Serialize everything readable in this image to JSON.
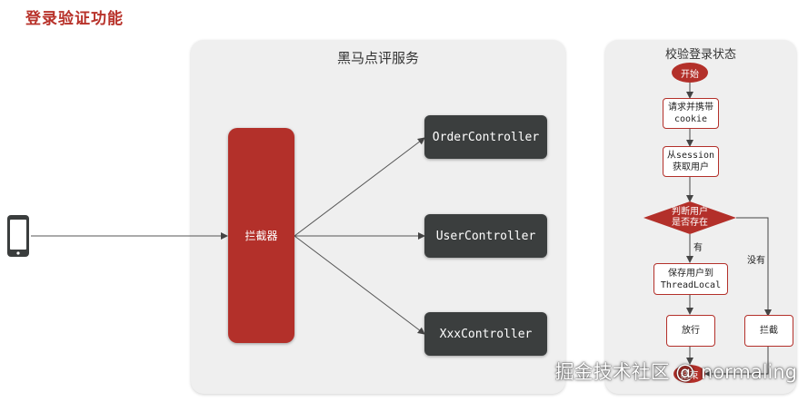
{
  "page_title": "登录验证功能",
  "main_panel": {
    "title": "黑马点评服务",
    "interceptor_label": "拦截器",
    "controllers": [
      "OrderController",
      "UserController",
      "XxxController"
    ]
  },
  "flow_panel": {
    "title": "校验登录状态",
    "start": "开始",
    "step1": [
      "请求并携带",
      "cookie"
    ],
    "step2": [
      "从session",
      "获取用户"
    ],
    "decision": [
      "判断用户",
      "是否存在"
    ],
    "yes_label": "有",
    "no_label": "没有",
    "save_user": [
      "保存用户到",
      "ThreadLocal"
    ],
    "allow": "放行",
    "block": "拦截",
    "end": "结束"
  },
  "watermark": "掘金技术社区 @ normaling",
  "colors": {
    "accent_red": "#b3302a",
    "controller_dark": "#3b3e3e",
    "panel_bg": "#efefef"
  }
}
